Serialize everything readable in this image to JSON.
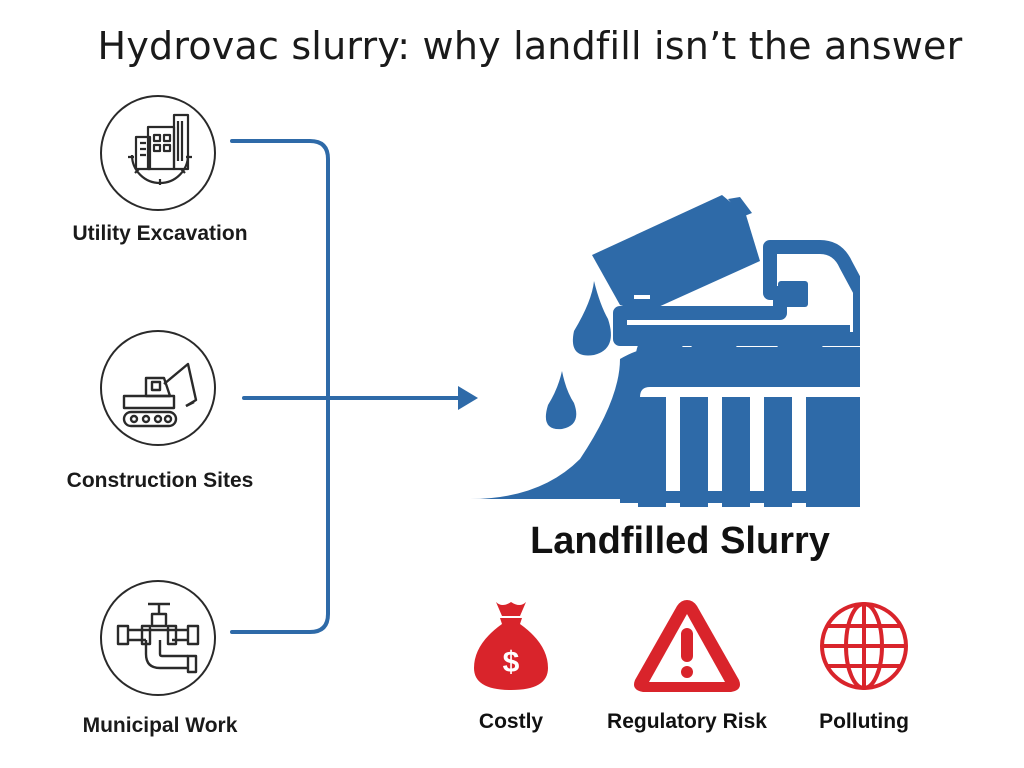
{
  "title": "Hydrovac slurry: why landfill isn’t the answer",
  "sources": [
    {
      "label": "Utility Excavation",
      "icon": "city-gear-icon"
    },
    {
      "label": "Construction Sites",
      "icon": "excavator-icon"
    },
    {
      "label": "Municipal Work",
      "icon": "pipe-valve-icon"
    }
  ],
  "result": {
    "label": "Landfilled Slurry",
    "icon": "dump-truck-landfill-icon"
  },
  "impacts": [
    {
      "label": "Costly",
      "icon": "money-bag-icon"
    },
    {
      "label": "Regulatory Risk",
      "icon": "warning-triangle-icon"
    },
    {
      "label": "Polluting",
      "icon": "globe-icon"
    }
  ],
  "colors": {
    "accent_blue": "#2e6aa8",
    "warning_red": "#d9242b",
    "outline": "#2a2a2a"
  }
}
